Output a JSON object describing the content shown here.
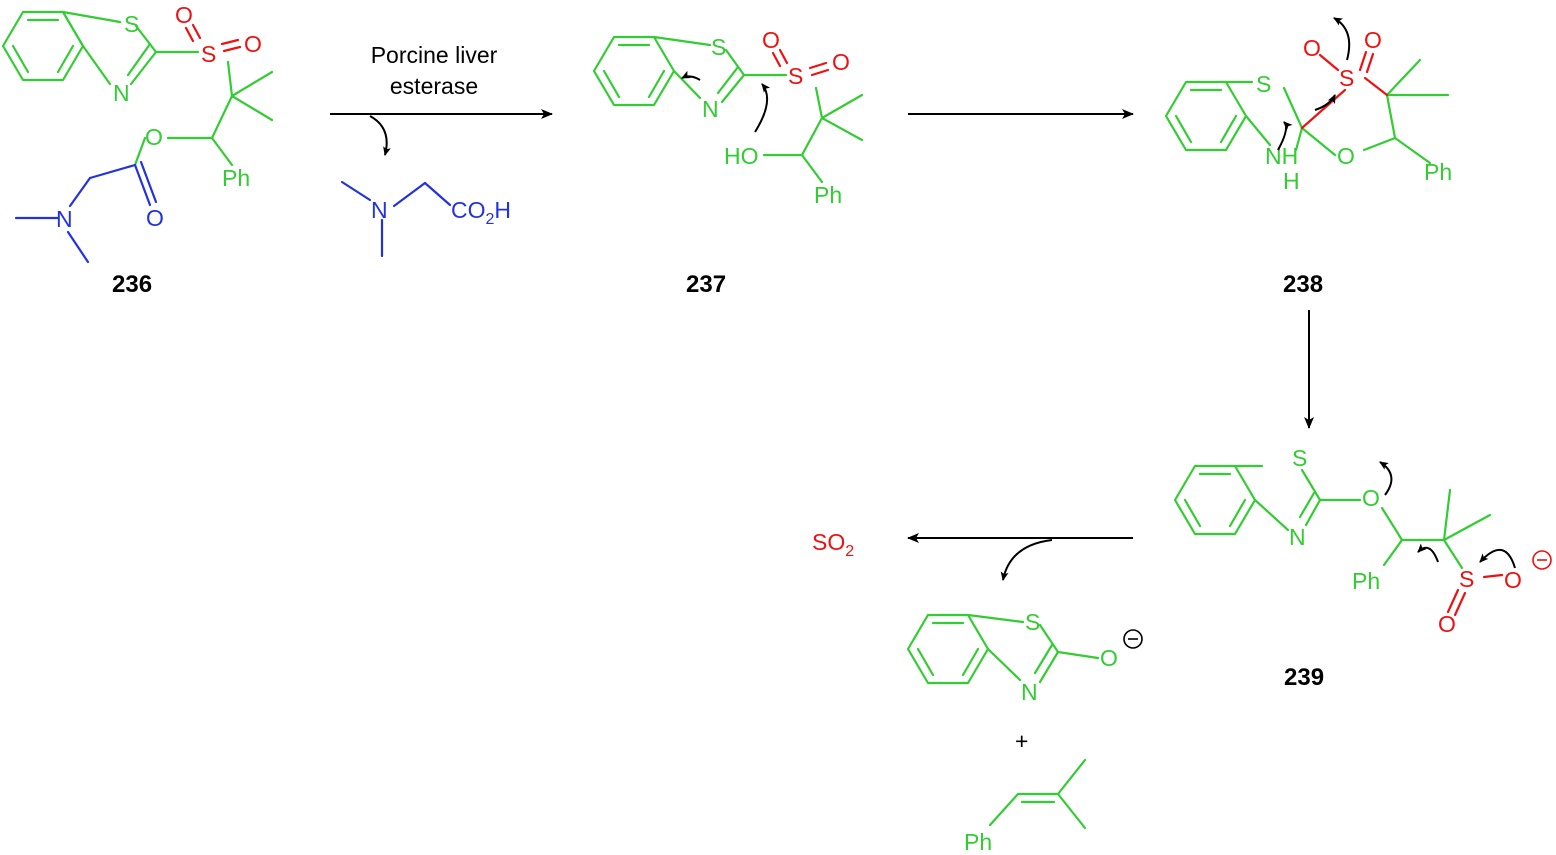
{
  "compounds": [
    {
      "id": "236",
      "label": "236"
    },
    {
      "id": "237",
      "label": "237"
    },
    {
      "id": "238",
      "label": "238"
    },
    {
      "id": "239",
      "label": "239"
    }
  ],
  "reactions": [
    {
      "from": "236",
      "to": "237",
      "conditions_line1": "Porcine liver",
      "conditions_line2": "esterase"
    },
    {
      "from": "237",
      "to": "238"
    },
    {
      "from": "238",
      "to": "239"
    },
    {
      "from": "239",
      "to": "products"
    }
  ],
  "atoms": {
    "S": "S",
    "N": "N",
    "O": "O",
    "NH": "NH",
    "H": "H",
    "HO": "HO",
    "Ph": "Ph",
    "CO": "CO",
    "two": "2",
    "Hacid": "H",
    "SO": "SO",
    "plus": "+"
  },
  "colors": {
    "core": "#33cc33",
    "leaving_group": "#2233dd",
    "sulfonyl": "#ee1111",
    "arrows": "#000000"
  }
}
